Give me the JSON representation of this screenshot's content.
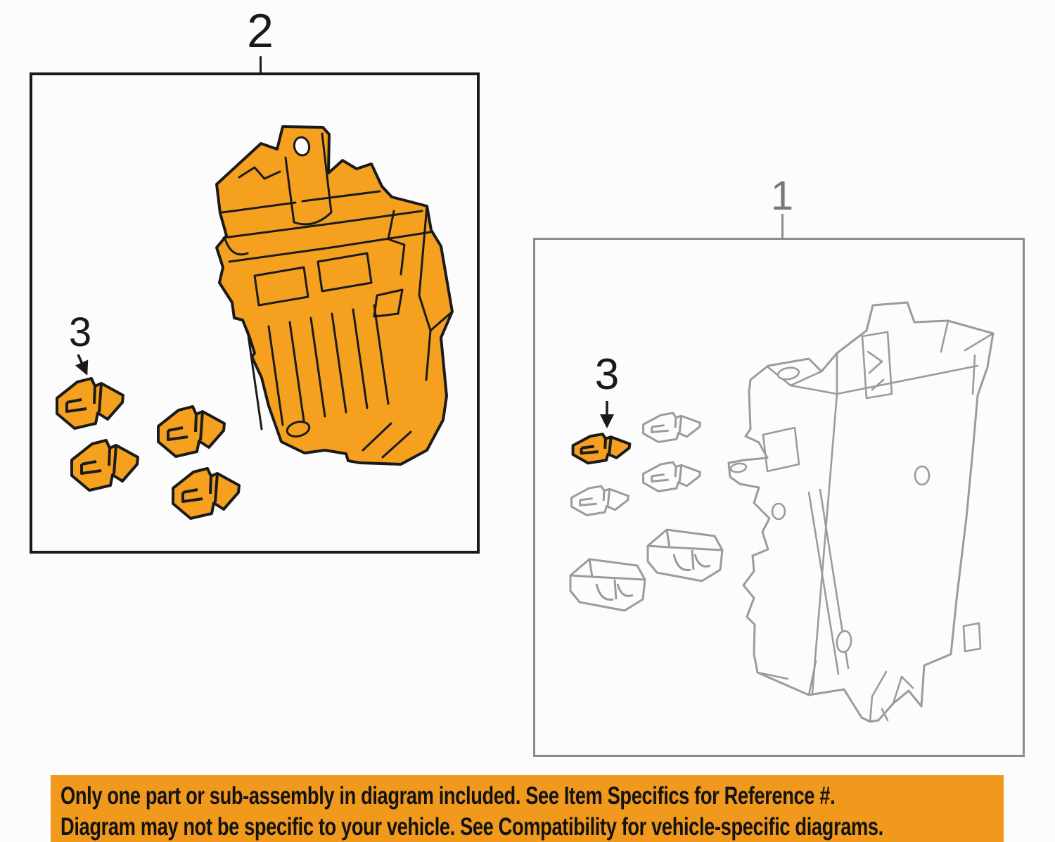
{
  "colors": {
    "highlight_orange": "#F5A01E",
    "banner_orange": "#F0991C",
    "line_gray": "#9B9B9B",
    "border_gray": "#8C8C8C",
    "ink_black": "#1A1A1A",
    "label_gray": "#787878"
  },
  "panels": {
    "left": {
      "ref_label": "2",
      "clips_label": "3"
    },
    "right": {
      "ref_label": "1",
      "clips_label": "3"
    }
  },
  "banner": {
    "line1": "Only one part or sub-assembly in diagram included. See Item Specifics for Reference #.",
    "line2": "Diagram may not be specific to your vehicle. See Compatibility for vehicle-specific diagrams."
  }
}
